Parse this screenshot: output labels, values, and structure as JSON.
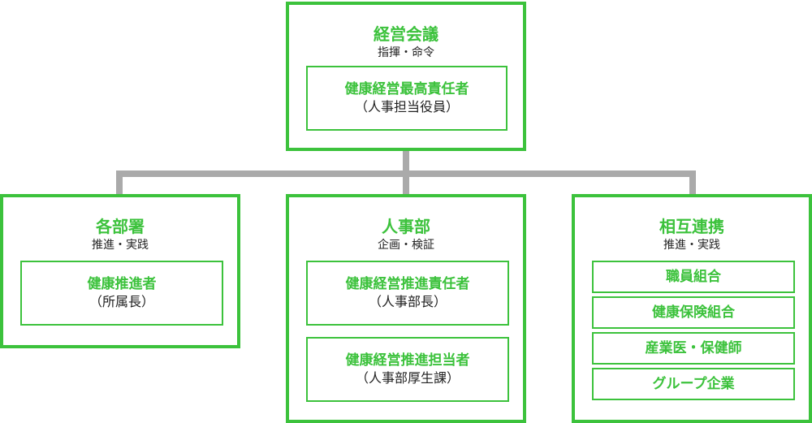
{
  "colors": {
    "accent": "#3cc23c",
    "connector": "#aaaaaa",
    "text": "#222222"
  },
  "top": {
    "title": "経営会議",
    "subtitle": "指揮・命令",
    "role": {
      "label": "健康経営最高責任者",
      "note": "（人事担当役員）"
    }
  },
  "left": {
    "title": "各部署",
    "subtitle": "推進・実践",
    "role": {
      "label": "健康推進者",
      "note": "（所属長）"
    }
  },
  "center": {
    "title": "人事部",
    "subtitle": "企画・検証",
    "roles": [
      {
        "label": "健康経営推進責任者",
        "note": "（人事部長）"
      },
      {
        "label": "健康経営推進担当者",
        "note": "（人事部厚生課）"
      }
    ]
  },
  "right": {
    "title": "相互連携",
    "subtitle": "推進・実践",
    "partners": [
      {
        "label": "職員組合"
      },
      {
        "label": "健康保険組合"
      },
      {
        "label": "産業医・保健師"
      },
      {
        "label": "グループ企業"
      }
    ]
  }
}
